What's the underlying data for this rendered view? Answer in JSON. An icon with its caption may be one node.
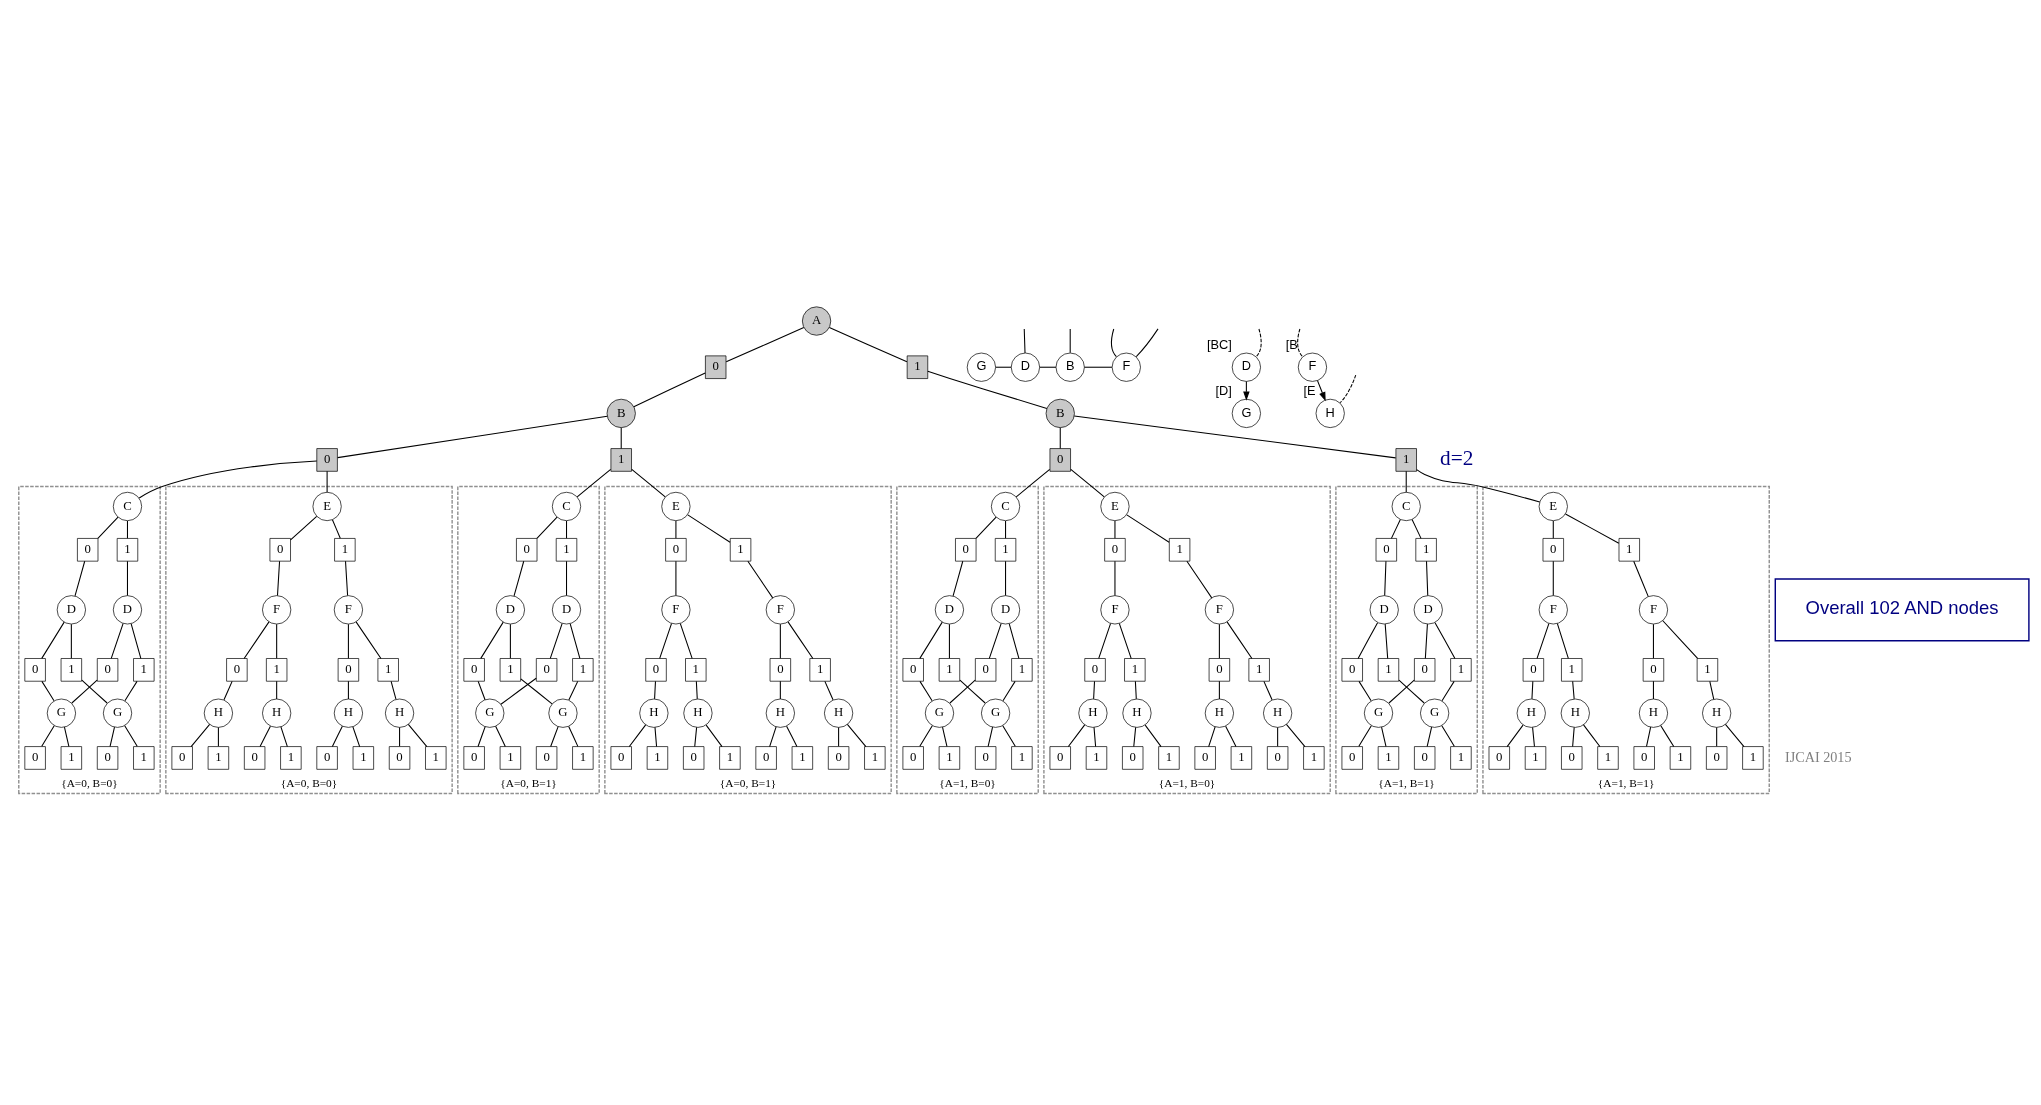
{
  "diagram": {
    "nodes": [
      {
        "text": [
          "A"
        ]
      },
      {
        "text": [
          "0"
        ]
      },
      {
        "text": [
          "1"
        ]
      },
      {
        "text": [
          "B"
        ]
      },
      {
        "text": [
          "B"
        ]
      },
      {
        "text": [
          "0"
        ]
      },
      {
        "text": [
          "1"
        ]
      },
      {
        "text": [
          "0"
        ]
      },
      {
        "text": [
          "1"
        ]
      },
      {
        "text": [
          "{A=0, B=0}"
        ]
      },
      {
        "text": [
          "C"
        ],
        "in": 9
      },
      {
        "text": [
          "0"
        ],
        "in": 9
      },
      {
        "text": [
          "1"
        ],
        "in": 9
      },
      {
        "text": [
          "D"
        ],
        "in": 9
      },
      {
        "text": [
          "D"
        ],
        "in": 9
      },
      {
        "text": [
          "0"
        ],
        "in": 9
      },
      {
        "text": [
          "1"
        ],
        "in": 9
      },
      {
        "text": [
          "0"
        ],
        "in": 9
      },
      {
        "text": [
          "1"
        ],
        "in": 9
      },
      {
        "text": [
          "G"
        ],
        "in": 9
      },
      {
        "text": [
          "G"
        ],
        "in": 9
      },
      {
        "text": [
          "0"
        ],
        "in": 9
      },
      {
        "text": [
          "1"
        ],
        "in": 9
      },
      {
        "text": [
          "0"
        ],
        "in": 9
      },
      {
        "text": [
          "1"
        ],
        "in": 9
      },
      {
        "text": [
          "{A=0, B=0}"
        ]
      },
      {
        "text": [
          "E"
        ],
        "in": 25
      },
      {
        "text": [
          "0"
        ],
        "in": 25
      },
      {
        "text": [
          "1"
        ],
        "in": 25
      },
      {
        "text": [
          "F"
        ],
        "in": 25
      },
      {
        "text": [
          "F"
        ],
        "in": 25
      },
      {
        "text": [
          "0"
        ],
        "in": 25
      },
      {
        "text": [
          "1"
        ],
        "in": 25
      },
      {
        "text": [
          "0"
        ],
        "in": 25
      },
      {
        "text": [
          "1"
        ],
        "in": 25
      },
      {
        "text": [
          "H"
        ],
        "in": 25
      },
      {
        "text": [
          "H"
        ],
        "in": 25
      },
      {
        "text": [
          "H"
        ],
        "in": 25
      },
      {
        "text": [
          "H"
        ],
        "in": 25
      },
      {
        "text": [
          "0"
        ],
        "in": 25
      },
      {
        "text": [
          "1"
        ],
        "in": 25
      },
      {
        "text": [
          "0"
        ],
        "in": 25
      },
      {
        "text": [
          "1"
        ],
        "in": 25
      },
      {
        "text": [
          "0"
        ],
        "in": 25
      },
      {
        "text": [
          "1"
        ],
        "in": 25
      },
      {
        "text": [
          "0"
        ],
        "in": 25
      },
      {
        "text": [
          "1"
        ],
        "in": 25
      },
      {
        "text": [
          "{A=0, B=1}"
        ]
      },
      {
        "text": [
          "C"
        ],
        "in": 47
      },
      {
        "text": [
          "0"
        ],
        "in": 47
      },
      {
        "text": [
          "1"
        ],
        "in": 47
      },
      {
        "text": [
          "D"
        ],
        "in": 47
      },
      {
        "text": [
          "D"
        ],
        "in": 47
      },
      {
        "text": [
          "0"
        ],
        "in": 47
      },
      {
        "text": [
          "1"
        ],
        "in": 47
      },
      {
        "text": [
          "0"
        ],
        "in": 47
      },
      {
        "text": [
          "1"
        ],
        "in": 47
      },
      {
        "text": [
          "G"
        ],
        "in": 47
      },
      {
        "text": [
          "G"
        ],
        "in": 47
      },
      {
        "text": [
          "0"
        ],
        "in": 47
      },
      {
        "text": [
          "1"
        ],
        "in": 47
      },
      {
        "text": [
          "0"
        ],
        "in": 47
      },
      {
        "text": [
          "1"
        ],
        "in": 47
      },
      {
        "text": [
          "{A=0, B=1}"
        ]
      },
      {
        "text": [
          "E"
        ],
        "in": 63
      },
      {
        "text": [
          "0"
        ],
        "in": 63
      },
      {
        "text": [
          "1"
        ],
        "in": 63
      },
      {
        "text": [
          "F"
        ],
        "in": 63
      },
      {
        "text": [
          "F"
        ],
        "in": 63
      },
      {
        "text": [
          "0"
        ],
        "in": 63
      },
      {
        "text": [
          "1"
        ],
        "in": 63
      },
      {
        "text": [
          "0"
        ],
        "in": 63
      },
      {
        "text": [
          "1"
        ],
        "in": 63
      },
      {
        "text": [
          "H"
        ],
        "in": 63
      },
      {
        "text": [
          "H"
        ],
        "in": 63
      },
      {
        "text": [
          "H"
        ],
        "in": 63
      },
      {
        "text": [
          "H"
        ],
        "in": 63
      },
      {
        "text": [
          "0"
        ],
        "in": 63
      },
      {
        "text": [
          "1"
        ],
        "in": 63
      },
      {
        "text": [
          "0"
        ],
        "in": 63
      },
      {
        "text": [
          "1"
        ],
        "in": 63
      },
      {
        "text": [
          "0"
        ],
        "in": 63
      },
      {
        "text": [
          "1"
        ],
        "in": 63
      },
      {
        "text": [
          "0"
        ],
        "in": 63
      },
      {
        "text": [
          "1"
        ],
        "in": 63
      },
      {
        "text": [
          "{A=1, B=0}"
        ]
      },
      {
        "text": [
          "C"
        ],
        "in": 85
      },
      {
        "text": [
          "0"
        ],
        "in": 85
      },
      {
        "text": [
          "1"
        ],
        "in": 85
      },
      {
        "text": [
          "D"
        ],
        "in": 85
      },
      {
        "text": [
          "D"
        ],
        "in": 85
      },
      {
        "text": [
          "0"
        ],
        "in": 85
      },
      {
        "text": [
          "1"
        ],
        "in": 85
      },
      {
        "text": [
          "0"
        ],
        "in": 85
      },
      {
        "text": [
          "1"
        ],
        "in": 85
      },
      {
        "text": [
          "G"
        ],
        "in": 85
      },
      {
        "text": [
          "G"
        ],
        "in": 85
      },
      {
        "text": [
          "0"
        ],
        "in": 85
      },
      {
        "text": [
          "1"
        ],
        "in": 85
      },
      {
        "text": [
          "0"
        ],
        "in": 85
      },
      {
        "text": [
          "1"
        ],
        "in": 85
      },
      {
        "text": [
          "{A=1, B=0}"
        ]
      },
      {
        "text": [
          "E"
        ],
        "in": 101
      },
      {
        "text": [
          "0"
        ],
        "in": 101
      },
      {
        "text": [
          "1"
        ],
        "in": 101
      },
      {
        "text": [
          "F"
        ],
        "in": 101
      },
      {
        "text": [
          "F"
        ],
        "in": 101
      },
      {
        "text": [
          "0"
        ],
        "in": 101
      },
      {
        "text": [
          "1"
        ],
        "in": 101
      },
      {
        "text": [
          "0"
        ],
        "in": 101
      },
      {
        "text": [
          "1"
        ],
        "in": 101
      },
      {
        "text": [
          "H"
        ],
        "in": 101
      },
      {
        "text": [
          "H"
        ],
        "in": 101
      },
      {
        "text": [
          "H"
        ],
        "in": 101
      },
      {
        "text": [
          "H"
        ],
        "in": 101
      },
      {
        "text": [
          "0"
        ],
        "in": 101
      },
      {
        "text": [
          "1"
        ],
        "in": 101
      },
      {
        "text": [
          "0"
        ],
        "in": 101
      },
      {
        "text": [
          "1"
        ],
        "in": 101
      },
      {
        "text": [
          "0"
        ],
        "in": 101
      },
      {
        "text": [
          "1"
        ],
        "in": 101
      },
      {
        "text": [
          "0"
        ],
        "in": 101
      },
      {
        "text": [
          "1"
        ],
        "in": 101
      },
      {
        "text": [
          "{A=1, B=1}"
        ]
      },
      {
        "text": [
          "C"
        ],
        "in": 123
      },
      {
        "text": [
          "0"
        ],
        "in": 123
      },
      {
        "text": [
          "1"
        ],
        "in": 123
      },
      {
        "text": [
          "D"
        ],
        "in": 123
      },
      {
        "text": [
          "D"
        ],
        "in": 123
      },
      {
        "text": [
          "0"
        ],
        "in": 123
      },
      {
        "text": [
          "1"
        ],
        "in": 123
      },
      {
        "text": [
          "0"
        ],
        "in": 123
      },
      {
        "text": [
          "1"
        ],
        "in": 123
      },
      {
        "text": [
          "G"
        ],
        "in": 123
      },
      {
        "text": [
          "G"
        ],
        "in": 123
      },
      {
        "text": [
          "0"
        ],
        "in": 123
      },
      {
        "text": [
          "1"
        ],
        "in": 123
      },
      {
        "text": [
          "0"
        ],
        "in": 123
      },
      {
        "text": [
          "1"
        ],
        "in": 123
      },
      {
        "text": [
          "{A=1, B=1}"
        ]
      },
      {
        "text": [
          "E"
        ],
        "in": 139
      },
      {
        "text": [
          "0"
        ],
        "in": 139
      },
      {
        "text": [
          "1"
        ],
        "in": 139
      },
      {
        "text": [
          "F"
        ],
        "in": 139
      },
      {
        "text": [
          "F"
        ],
        "in": 139
      },
      {
        "text": [
          "0"
        ],
        "in": 139
      },
      {
        "text": [
          "1"
        ],
        "in": 139
      },
      {
        "text": [
          "0"
        ],
        "in": 139
      },
      {
        "text": [
          "1"
        ],
        "in": 139
      },
      {
        "text": [
          "H"
        ],
        "in": 139
      },
      {
        "text": [
          "H"
        ],
        "in": 139
      },
      {
        "text": [
          "H"
        ],
        "in": 139
      },
      {
        "text": [
          "H"
        ],
        "in": 139
      },
      {
        "text": [
          "0"
        ],
        "in": 139
      },
      {
        "text": [
          "1"
        ],
        "in": 139
      },
      {
        "text": [
          "0"
        ],
        "in": 139
      },
      {
        "text": [
          "1"
        ],
        "in": 139
      },
      {
        "text": [
          "0"
        ],
        "in": 139
      },
      {
        "text": [
          "1"
        ],
        "in": 139
      },
      {
        "text": [
          "0"
        ],
        "in": 139
      },
      {
        "text": [
          "1"
        ],
        "in": 139
      },
      {
        "text": [
          "G"
        ]
      },
      {
        "text": [
          "D"
        ]
      },
      {
        "text": [
          "B"
        ]
      },
      {
        "text": [
          "F"
        ]
      },
      {
        "text": [
          "D"
        ],
        "beside": [
          "[BC]"
        ]
      },
      {
        "text": [
          "F"
        ],
        "beside": [
          "[B"
        ]
      },
      {
        "text": [
          "G"
        ],
        "beside": [
          "[D]"
        ]
      },
      {
        "text": [
          "H"
        ],
        "beside": [
          "[E"
        ]
      },
      {
        "text": [
          "Overall 102 AND nodes"
        ]
      }
    ],
    "edges": [
      {
        "from": 0,
        "to": 1,
        "arrow": "none"
      },
      {
        "from": 0,
        "to": 2,
        "arrow": "none"
      },
      {
        "from": 1,
        "to": 3,
        "arrow": "none"
      },
      {
        "from": 2,
        "to": 4,
        "arrow": "none"
      },
      {
        "from": 3,
        "to": 5,
        "arrow": "none"
      },
      {
        "from": 3,
        "to": 6,
        "arrow": "none"
      },
      {
        "from": 4,
        "to": 7,
        "arrow": "none"
      },
      {
        "from": 4,
        "to": 8,
        "arrow": "none"
      },
      {
        "from": 5,
        "to": 10,
        "arrow": "none"
      },
      {
        "from": 10,
        "to": 11,
        "arrow": "none"
      },
      {
        "from": 10,
        "to": 12,
        "arrow": "none"
      },
      {
        "from": 11,
        "to": 13,
        "arrow": "none"
      },
      {
        "from": 12,
        "to": 14,
        "arrow": "none"
      },
      {
        "from": 13,
        "to": 15,
        "arrow": "none"
      },
      {
        "from": 13,
        "to": 16,
        "arrow": "none"
      },
      {
        "from": 14,
        "to": 17,
        "arrow": "none"
      },
      {
        "from": 14,
        "to": 18,
        "arrow": "none"
      },
      {
        "from": 15,
        "to": 19,
        "arrow": "none"
      },
      {
        "from": 16,
        "to": 20,
        "arrow": "none"
      },
      {
        "from": 17,
        "to": 19,
        "arrow": "none"
      },
      {
        "from": 18,
        "to": 20,
        "arrow": "none"
      },
      {
        "from": 19,
        "to": 21,
        "arrow": "none"
      },
      {
        "from": 19,
        "to": 22,
        "arrow": "none"
      },
      {
        "from": 20,
        "to": 23,
        "arrow": "none"
      },
      {
        "from": 20,
        "to": 24,
        "arrow": "none"
      },
      {
        "from": 5,
        "to": 26,
        "arrow": "none"
      },
      {
        "from": 26,
        "to": 27,
        "arrow": "none"
      },
      {
        "from": 26,
        "to": 28,
        "arrow": "none"
      },
      {
        "from": 27,
        "to": 29,
        "arrow": "none"
      },
      {
        "from": 28,
        "to": 30,
        "arrow": "none"
      },
      {
        "from": 29,
        "to": 31,
        "arrow": "none"
      },
      {
        "from": 29,
        "to": 32,
        "arrow": "none"
      },
      {
        "from": 30,
        "to": 33,
        "arrow": "none"
      },
      {
        "from": 30,
        "to": 34,
        "arrow": "none"
      },
      {
        "from": 31,
        "to": 35,
        "arrow": "none"
      },
      {
        "from": 32,
        "to": 36,
        "arrow": "none"
      },
      {
        "from": 33,
        "to": 37,
        "arrow": "none"
      },
      {
        "from": 34,
        "to": 38,
        "arrow": "none"
      },
      {
        "from": 35,
        "to": 39,
        "arrow": "none"
      },
      {
        "from": 35,
        "to": 40,
        "arrow": "none"
      },
      {
        "from": 36,
        "to": 41,
        "arrow": "none"
      },
      {
        "from": 36,
        "to": 42,
        "arrow": "none"
      },
      {
        "from": 37,
        "to": 43,
        "arrow": "none"
      },
      {
        "from": 37,
        "to": 44,
        "arrow": "none"
      },
      {
        "from": 38,
        "to": 45,
        "arrow": "none"
      },
      {
        "from": 38,
        "to": 46,
        "arrow": "none"
      },
      {
        "from": 6,
        "to": 48,
        "arrow": "none"
      },
      {
        "from": 48,
        "to": 49,
        "arrow": "none"
      },
      {
        "from": 48,
        "to": 50,
        "arrow": "none"
      },
      {
        "from": 49,
        "to": 51,
        "arrow": "none"
      },
      {
        "from": 50,
        "to": 52,
        "arrow": "none"
      },
      {
        "from": 51,
        "to": 53,
        "arrow": "none"
      },
      {
        "from": 51,
        "to": 54,
        "arrow": "none"
      },
      {
        "from": 52,
        "to": 55,
        "arrow": "none"
      },
      {
        "from": 52,
        "to": 56,
        "arrow": "none"
      },
      {
        "from": 53,
        "to": 57,
        "arrow": "none"
      },
      {
        "from": 54,
        "to": 58,
        "arrow": "none"
      },
      {
        "from": 55,
        "to": 57,
        "arrow": "none"
      },
      {
        "from": 56,
        "to": 58,
        "arrow": "none"
      },
      {
        "from": 57,
        "to": 59,
        "arrow": "none"
      },
      {
        "from": 57,
        "to": 60,
        "arrow": "none"
      },
      {
        "from": 58,
        "to": 61,
        "arrow": "none"
      },
      {
        "from": 58,
        "to": 62,
        "arrow": "none"
      },
      {
        "from": 6,
        "to": 64,
        "arrow": "none"
      },
      {
        "from": 64,
        "to": 65,
        "arrow": "none"
      },
      {
        "from": 64,
        "to": 66,
        "arrow": "none"
      },
      {
        "from": 65,
        "to": 67,
        "arrow": "none"
      },
      {
        "from": 66,
        "to": 68,
        "arrow": "none"
      },
      {
        "from": 67,
        "to": 69,
        "arrow": "none"
      },
      {
        "from": 67,
        "to": 70,
        "arrow": "none"
      },
      {
        "from": 68,
        "to": 71,
        "arrow": "none"
      },
      {
        "from": 68,
        "to": 72,
        "arrow": "none"
      },
      {
        "from": 69,
        "to": 73,
        "arrow": "none"
      },
      {
        "from": 70,
        "to": 74,
        "arrow": "none"
      },
      {
        "from": 71,
        "to": 75,
        "arrow": "none"
      },
      {
        "from": 72,
        "to": 76,
        "arrow": "none"
      },
      {
        "from": 73,
        "to": 77,
        "arrow": "none"
      },
      {
        "from": 73,
        "to": 78,
        "arrow": "none"
      },
      {
        "from": 74,
        "to": 79,
        "arrow": "none"
      },
      {
        "from": 74,
        "to": 80,
        "arrow": "none"
      },
      {
        "from": 75,
        "to": 81,
        "arrow": "none"
      },
      {
        "from": 75,
        "to": 82,
        "arrow": "none"
      },
      {
        "from": 76,
        "to": 83,
        "arrow": "none"
      },
      {
        "from": 76,
        "to": 84,
        "arrow": "none"
      },
      {
        "from": 7,
        "to": 86,
        "arrow": "none"
      },
      {
        "from": 86,
        "to": 87,
        "arrow": "none"
      },
      {
        "from": 86,
        "to": 88,
        "arrow": "none"
      },
      {
        "from": 87,
        "to": 89,
        "arrow": "none"
      },
      {
        "from": 88,
        "to": 90,
        "arrow": "none"
      },
      {
        "from": 89,
        "to": 91,
        "arrow": "none"
      },
      {
        "from": 89,
        "to": 92,
        "arrow": "none"
      },
      {
        "from": 90,
        "to": 93,
        "arrow": "none"
      },
      {
        "from": 90,
        "to": 94,
        "arrow": "none"
      },
      {
        "from": 91,
        "to": 95,
        "arrow": "none"
      },
      {
        "from": 92,
        "to": 96,
        "arrow": "none"
      },
      {
        "from": 93,
        "to": 95,
        "arrow": "none"
      },
      {
        "from": 94,
        "to": 96,
        "arrow": "none"
      },
      {
        "from": 95,
        "to": 97,
        "arrow": "none"
      },
      {
        "from": 95,
        "to": 98,
        "arrow": "none"
      },
      {
        "from": 96,
        "to": 99,
        "arrow": "none"
      },
      {
        "from": 96,
        "to": 100,
        "arrow": "none"
      },
      {
        "from": 7,
        "to": 102,
        "arrow": "none"
      },
      {
        "from": 102,
        "to": 103,
        "arrow": "none"
      },
      {
        "from": 102,
        "to": 104,
        "arrow": "none"
      },
      {
        "from": 103,
        "to": 105,
        "arrow": "none"
      },
      {
        "from": 104,
        "to": 106,
        "arrow": "none"
      },
      {
        "from": 105,
        "to": 107,
        "arrow": "none"
      },
      {
        "from": 105,
        "to": 108,
        "arrow": "none"
      },
      {
        "from": 106,
        "to": 109,
        "arrow": "none"
      },
      {
        "from": 106,
        "to": 110,
        "arrow": "none"
      },
      {
        "from": 107,
        "to": 111,
        "arrow": "none"
      },
      {
        "from": 108,
        "to": 112,
        "arrow": "none"
      },
      {
        "from": 109,
        "to": 113,
        "arrow": "none"
      },
      {
        "from": 110,
        "to": 114,
        "arrow": "none"
      },
      {
        "from": 111,
        "to": 115,
        "arrow": "none"
      },
      {
        "from": 111,
        "to": 116,
        "arrow": "none"
      },
      {
        "from": 112,
        "to": 117,
        "arrow": "none"
      },
      {
        "from": 112,
        "to": 118,
        "arrow": "none"
      },
      {
        "from": 113,
        "to": 119,
        "arrow": "none"
      },
      {
        "from": 113,
        "to": 120,
        "arrow": "none"
      },
      {
        "from": 114,
        "to": 121,
        "arrow": "none"
      },
      {
        "from": 114,
        "to": 122,
        "arrow": "none"
      },
      {
        "from": 8,
        "to": 124,
        "arrow": "none"
      },
      {
        "from": 124,
        "to": 125,
        "arrow": "none"
      },
      {
        "from": 124,
        "to": 126,
        "arrow": "none"
      },
      {
        "from": 125,
        "to": 127,
        "arrow": "none"
      },
      {
        "from": 126,
        "to": 128,
        "arrow": "none"
      },
      {
        "from": 127,
        "to": 129,
        "arrow": "none"
      },
      {
        "from": 127,
        "to": 130,
        "arrow": "none"
      },
      {
        "from": 128,
        "to": 131,
        "arrow": "none"
      },
      {
        "from": 128,
        "to": 132,
        "arrow": "none"
      },
      {
        "from": 129,
        "to": 133,
        "arrow": "none"
      },
      {
        "from": 130,
        "to": 134,
        "arrow": "none"
      },
      {
        "from": 131,
        "to": 133,
        "arrow": "none"
      },
      {
        "from": 132,
        "to": 134,
        "arrow": "none"
      },
      {
        "from": 133,
        "to": 135,
        "arrow": "none"
      },
      {
        "from": 133,
        "to": 136,
        "arrow": "none"
      },
      {
        "from": 134,
        "to": 137,
        "arrow": "none"
      },
      {
        "from": 134,
        "to": 138,
        "arrow": "none"
      },
      {
        "from": 8,
        "to": 140,
        "arrow": "none"
      },
      {
        "from": 140,
        "to": 141,
        "arrow": "none"
      },
      {
        "from": 140,
        "to": 142,
        "arrow": "none"
      },
      {
        "from": 141,
        "to": 143,
        "arrow": "none"
      },
      {
        "from": 142,
        "to": 144,
        "arrow": "none"
      },
      {
        "from": 143,
        "to": 145,
        "arrow": "none"
      },
      {
        "from": 143,
        "to": 146,
        "arrow": "none"
      },
      {
        "from": 144,
        "to": 147,
        "arrow": "none"
      },
      {
        "from": 144,
        "to": 148,
        "arrow": "none"
      },
      {
        "from": 145,
        "to": 149,
        "arrow": "none"
      },
      {
        "from": 146,
        "to": 150,
        "arrow": "none"
      },
      {
        "from": 147,
        "to": 151,
        "arrow": "none"
      },
      {
        "from": 148,
        "to": 152,
        "arrow": "none"
      },
      {
        "from": 149,
        "to": 153,
        "arrow": "none"
      },
      {
        "from": 149,
        "to": 154,
        "arrow": "none"
      },
      {
        "from": 150,
        "to": 155,
        "arrow": "none"
      },
      {
        "from": 150,
        "to": 156,
        "arrow": "none"
      },
      {
        "from": 151,
        "to": 157,
        "arrow": "none"
      },
      {
        "from": 151,
        "to": 158,
        "arrow": "none"
      },
      {
        "from": 152,
        "to": 159,
        "arrow": "none"
      },
      {
        "from": 152,
        "to": 160,
        "arrow": "none"
      },
      {
        "from": 161,
        "to": 162,
        "arrow": "none"
      },
      {
        "from": 162,
        "to": 163,
        "arrow": "none"
      },
      {
        "from": 163,
        "to": 164,
        "arrow": "none"
      },
      {
        "from": null,
        "to": 162,
        "arrow": "none"
      },
      {
        "from": null,
        "to": 163,
        "arrow": "none"
      },
      {
        "from": null,
        "to": 164,
        "arrow": "none"
      },
      {
        "from": null,
        "to": 164,
        "arrow": "none"
      },
      {
        "from": 165,
        "to": 167,
        "arrow": "to"
      },
      {
        "from": 166,
        "to": 168,
        "arrow": "to"
      },
      {
        "from": null,
        "to": 165,
        "arrow": "none",
        "style": "dashed"
      },
      {
        "from": null,
        "to": 166,
        "arrow": "none",
        "style": "dashed"
      },
      {
        "from": null,
        "to": 168,
        "arrow": "none",
        "style": "dashed"
      }
    ],
    "labels": [
      "d=2",
      "IJCAI 2015"
    ]
  }
}
